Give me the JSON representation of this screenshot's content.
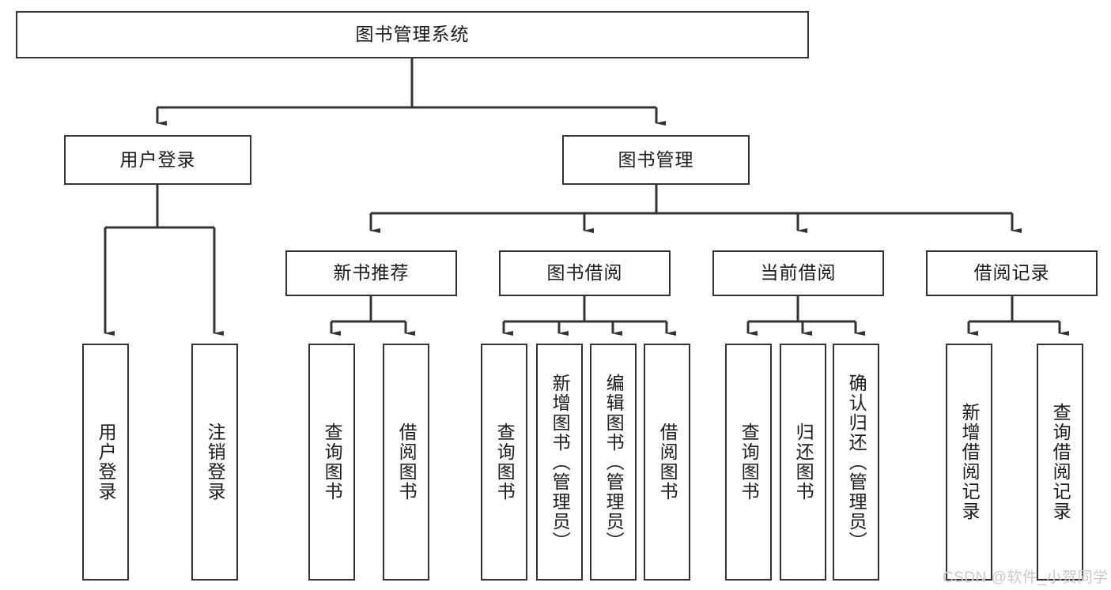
{
  "diagram": {
    "title": "图书管理系统",
    "type": "tree-hierarchy",
    "root": {
      "label": "图书管理系统"
    },
    "level1": [
      {
        "label": "用户登录"
      },
      {
        "label": "图书管理"
      }
    ],
    "level2": [
      {
        "label": "新书推荐"
      },
      {
        "label": "图书借阅"
      },
      {
        "label": "当前借阅"
      },
      {
        "label": "借阅记录"
      }
    ],
    "leaves": {
      "user_login": [
        {
          "label": "用户登录"
        },
        {
          "label": "注销登录"
        }
      ],
      "new_book_recommend": [
        {
          "label": "查询图书"
        },
        {
          "label": "借阅图书"
        }
      ],
      "book_borrow": [
        {
          "label": "查询图书"
        },
        {
          "label": "新增图书（管理员）"
        },
        {
          "label": "编辑图书（管理员）"
        },
        {
          "label": "借阅图书"
        }
      ],
      "current_borrow": [
        {
          "label": "查询图书"
        },
        {
          "label": "归还图书"
        },
        {
          "label": "确认归还（管理员）"
        }
      ],
      "borrow_record": [
        {
          "label": "新增借阅记录"
        },
        {
          "label": "查询借阅记录"
        }
      ]
    }
  },
  "watermark": {
    "text": "CSDN @软件_小贺同学"
  },
  "colors": {
    "box_border": "#333333",
    "box_fill": "#ffffff",
    "edge": "#333333",
    "text": "#1a1a1a",
    "watermark": "#c9c9c9",
    "background": "#ffffff"
  }
}
